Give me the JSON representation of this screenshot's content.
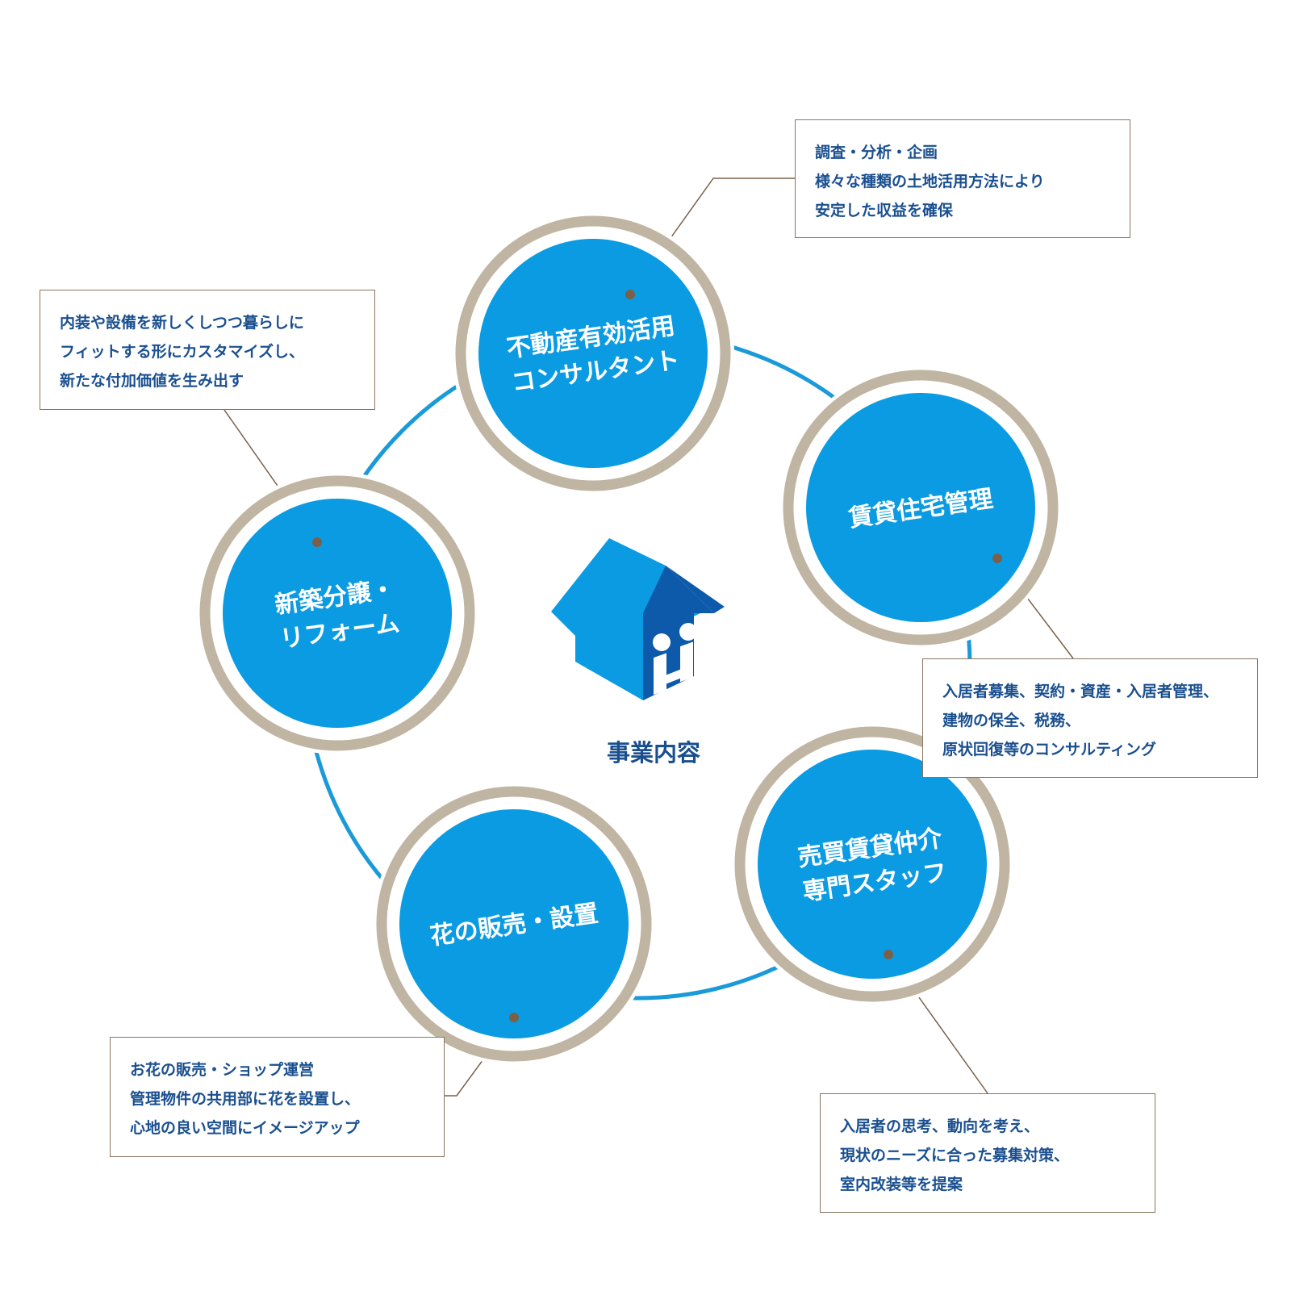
{
  "center": {
    "label": "事業内容"
  },
  "nodes": [
    {
      "id": "consulting",
      "lines": [
        "不動産有効活用",
        "コンサルタント"
      ]
    },
    {
      "id": "rental-management",
      "lines": [
        "賃貸住宅管理"
      ]
    },
    {
      "id": "brokerage",
      "lines": [
        "売買賃貸仲介",
        "専門スタッフ"
      ]
    },
    {
      "id": "flowers",
      "lines": [
        "花の販売・設置"
      ]
    },
    {
      "id": "new-build",
      "lines": [
        "新築分譲・",
        "リフォーム"
      ]
    }
  ],
  "callouts": [
    {
      "id": "consulting",
      "lines": [
        "調査・分析・企画",
        "様々な種類の土地活用方法により",
        "安定した収益を確保"
      ]
    },
    {
      "id": "new-build",
      "lines": [
        "内装や設備を新しくしつつ暮らしに",
        "フィットする形にカスタマイズし、",
        "新たな付加価値を生み出す"
      ]
    },
    {
      "id": "rental-management",
      "lines": [
        "入居者募集、契約・資産・入居者管理、",
        "建物の保全、税務、",
        "原状回復等のコンサルティング"
      ]
    },
    {
      "id": "flowers",
      "lines": [
        "お花の販売・ショップ運営",
        "管理物件の共用部に花を設置し、",
        "心地の良い空間にイメージアップ"
      ]
    },
    {
      "id": "brokerage",
      "lines": [
        "入居者の思考、動向を考え、",
        "現状のニーズに合った募集対策、",
        "室内改装等を提案"
      ]
    }
  ],
  "colors": {
    "node_fill": "#0a9be2",
    "ring": "#bfb5a2",
    "connector": "#1a9ad8",
    "leader": "#7a6048",
    "house_light": "#0a9be2",
    "house_dark": "#0d5aaa",
    "text_dark": "#1a4f8f"
  },
  "icons": {
    "center": "house-logo-icon"
  }
}
